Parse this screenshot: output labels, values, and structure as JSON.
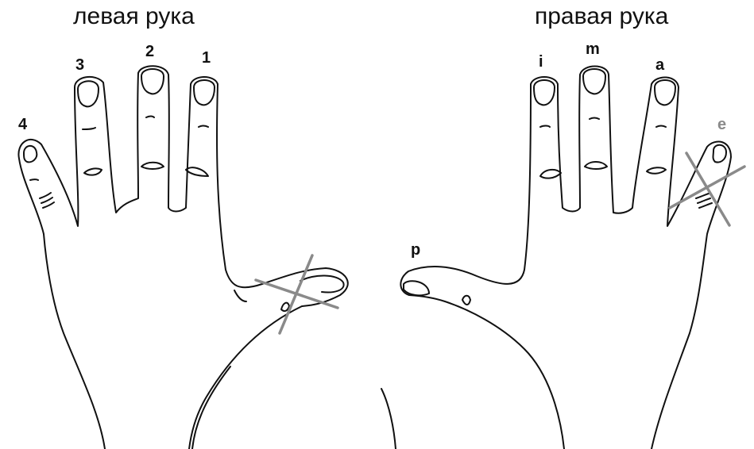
{
  "titles": {
    "left_hand": "левая рука",
    "right_hand": "правая рука"
  },
  "left_hand_fingers": [
    {
      "label": "4",
      "crossed": false
    },
    {
      "label": "3",
      "crossed": false
    },
    {
      "label": "2",
      "crossed": false
    },
    {
      "label": "1",
      "crossed": false
    }
  ],
  "left_thumb": {
    "label": "",
    "crossed": true
  },
  "right_hand_fingers": [
    {
      "label": "p",
      "crossed": false
    },
    {
      "label": "i",
      "crossed": false
    },
    {
      "label": "m",
      "crossed": false
    },
    {
      "label": "a",
      "crossed": false
    },
    {
      "label": "e",
      "crossed": true,
      "label_color": "#8a8a8a"
    }
  ],
  "colors": {
    "outline": "#111111",
    "cross": "#8a8a8a",
    "text": "#111111"
  }
}
